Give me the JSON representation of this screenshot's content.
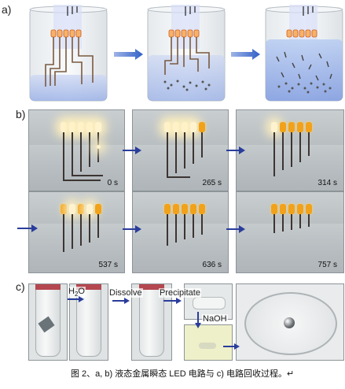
{
  "labels": {
    "a": "a)",
    "b": "b)",
    "c": "c)"
  },
  "times": [
    "0 s",
    "265 s",
    "314 s",
    "537 s",
    "636 s",
    "757 s"
  ],
  "c_steps": {
    "h2o": "H",
    "h2o_sub": "2",
    "h2o_end": "O",
    "dissolve": "Dissolve",
    "precipitate": "Precipitate",
    "naoh": "NaOH"
  },
  "caption": "图 2、a, b)  液态金属瞬态 LED 电路与 c)  电路回收过程。↵",
  "colors": {
    "arrow": "#2a3d9c",
    "led": "#f1a21a",
    "wire": "#3d3532",
    "cap": "#b4474f"
  }
}
